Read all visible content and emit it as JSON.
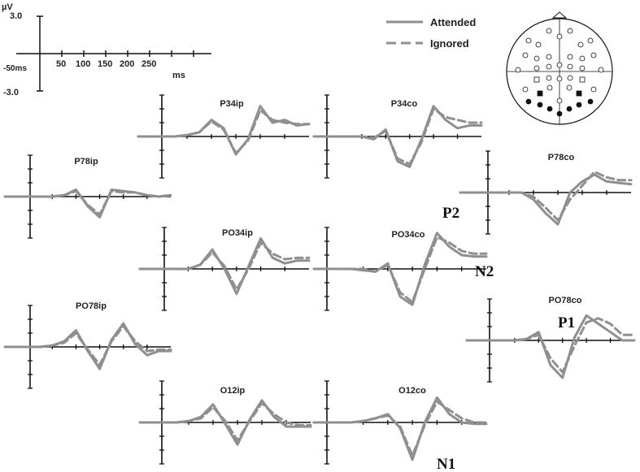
{
  "scale_bar": {
    "unit": "µV",
    "y_max_label": "3.0",
    "y_min_label": "-3.0",
    "x_start_label": "-50ms",
    "x_ticks": [
      "50",
      "100",
      "150",
      "200",
      "250"
    ],
    "x_unit": "ms"
  },
  "legend": [
    {
      "label": "Attended",
      "style": "solid"
    },
    {
      "label": "Ignored",
      "style": "dashed"
    }
  ],
  "components": {
    "p1": "P1",
    "p2": "P2",
    "n1": "N1",
    "n2": "N2"
  },
  "colors": {
    "attended": "#8f8f8f",
    "ignored": "#8f8f8f",
    "axis": "#111111"
  },
  "head_map": {
    "type": "electrode-montage",
    "marker_types": [
      "open-circle",
      "filled-circle",
      "open-square",
      "filled-square"
    ]
  },
  "chart_data": {
    "type": "line",
    "x_unit": "ms",
    "y_unit": "µV",
    "xlim": [
      -50,
      300
    ],
    "ylim": [
      -3.0,
      3.0
    ],
    "x": [
      -50,
      -25,
      0,
      25,
      50,
      75,
      100,
      125,
      150,
      175,
      200,
      225,
      250,
      275,
      300
    ],
    "grid": false,
    "legend": "top-right",
    "panels": [
      {
        "name": "P34ip",
        "series": [
          {
            "name": "Attended",
            "values": [
              0,
              0,
              0,
              0,
              0.1,
              0.3,
              1.2,
              0.6,
              -1.3,
              -0.2,
              2.2,
              1.0,
              1.2,
              0.8,
              0.9
            ]
          },
          {
            "name": "Ignored",
            "values": [
              0,
              0,
              0,
              0,
              0.1,
              0.3,
              1.1,
              0.5,
              -1.2,
              -0.3,
              1.9,
              1.2,
              1.0,
              0.9,
              0.9
            ]
          }
        ]
      },
      {
        "name": "P34co",
        "series": [
          {
            "name": "Attended",
            "values": [
              0,
              0,
              0,
              0,
              0,
              -0.2,
              0.5,
              -1.8,
              -2.2,
              -0.2,
              2.2,
              1.2,
              0.6,
              0.8,
              0.8
            ]
          },
          {
            "name": "Ignored",
            "values": [
              0,
              0,
              0,
              0,
              0,
              -0.1,
              0.4,
              -1.6,
              -2.0,
              -0.4,
              2.0,
              1.4,
              1.2,
              1.0,
              1.0
            ]
          }
        ]
      },
      {
        "name": "P78ip",
        "series": [
          {
            "name": "Attended",
            "values": [
              0,
              0,
              0,
              0,
              0,
              0.1,
              0.5,
              -0.7,
              -1.5,
              0.5,
              0.4,
              0.3,
              0.1,
              0.0,
              0.1
            ]
          },
          {
            "name": "Ignored",
            "values": [
              0,
              0,
              0,
              0,
              0,
              0.1,
              0.4,
              -0.6,
              -1.3,
              0.4,
              0.3,
              0.3,
              0.1,
              0.0,
              0.1
            ]
          }
        ]
      },
      {
        "name": "P78co",
        "series": [
          {
            "name": "Attended",
            "values": [
              0,
              0,
              0,
              0,
              0,
              0,
              -0.5,
              -1.5,
              -2.3,
              0.0,
              0.8,
              1.3,
              0.8,
              0.7,
              0.6
            ]
          },
          {
            "name": "Ignored",
            "values": [
              0,
              0,
              0,
              0,
              0,
              0,
              -0.3,
              -1.1,
              -2.0,
              -0.5,
              0.5,
              1.5,
              1.1,
              0.9,
              0.9
            ]
          }
        ]
      },
      {
        "name": "PO34ip",
        "series": [
          {
            "name": "Attended",
            "values": [
              0,
              0,
              0,
              0,
              0,
              0.3,
              1.4,
              0.0,
              -1.8,
              0.2,
              2.2,
              0.8,
              0.4,
              0.6,
              0.6
            ]
          },
          {
            "name": "Ignored",
            "values": [
              0,
              0,
              0,
              0,
              0,
              0.3,
              1.2,
              0.2,
              -1.5,
              0.0,
              1.9,
              1.1,
              0.7,
              0.8,
              0.8
            ]
          }
        ]
      },
      {
        "name": "PO34co",
        "series": [
          {
            "name": "Attended",
            "values": [
              0,
              0,
              0,
              0,
              -0.1,
              -0.2,
              0.4,
              -2.0,
              -2.6,
              0.3,
              2.6,
              1.6,
              1.0,
              0.9,
              0.9
            ]
          },
          {
            "name": "Ignored",
            "values": [
              0,
              0,
              0,
              0,
              0,
              -0.2,
              0.3,
              -1.7,
              -2.4,
              0.0,
              2.3,
              1.9,
              1.3,
              1.1,
              1.1
            ]
          }
        ]
      },
      {
        "name": "PO78ip",
        "series": [
          {
            "name": "Attended",
            "values": [
              0,
              0,
              0,
              0,
              0.1,
              0.4,
              1.2,
              -0.3,
              -1.6,
              0.5,
              1.7,
              0.2,
              -0.6,
              -0.3,
              -0.3
            ]
          },
          {
            "name": "Ignored",
            "values": [
              0,
              0,
              0,
              0,
              0.1,
              0.3,
              1.0,
              -0.2,
              -1.3,
              0.4,
              1.5,
              0.4,
              -0.3,
              -0.2,
              -0.2
            ]
          }
        ]
      },
      {
        "name": "PO78co",
        "series": [
          {
            "name": "Attended",
            "values": [
              0,
              0,
              0,
              0,
              0,
              0.1,
              0.6,
              -1.8,
              -2.7,
              0.2,
              1.8,
              1.2,
              0.6,
              0.0,
              0.0
            ]
          },
          {
            "name": "Ignored",
            "values": [
              0,
              0,
              0,
              0,
              0,
              0.1,
              0.4,
              -1.3,
              -2.3,
              -0.4,
              1.3,
              1.6,
              1.2,
              0.4,
              0.4
            ]
          }
        ]
      },
      {
        "name": "O12ip",
        "series": [
          {
            "name": "Attended",
            "values": [
              0,
              0,
              0,
              0,
              0.1,
              0.4,
              1.3,
              -0.1,
              -1.6,
              0.2,
              1.6,
              0.4,
              -0.3,
              -0.3,
              -0.3
            ]
          },
          {
            "name": "Ignored",
            "values": [
              0,
              0,
              0,
              0,
              0.1,
              0.3,
              1.1,
              0.1,
              -1.3,
              0.1,
              1.4,
              0.6,
              0.0,
              -0.2,
              -0.2
            ]
          }
        ]
      },
      {
        "name": "O12co",
        "series": [
          {
            "name": "Attended",
            "values": [
              0,
              0,
              0,
              0,
              0.1,
              0.3,
              0.6,
              -0.4,
              -2.7,
              0.0,
              1.8,
              0.6,
              0.0,
              -0.1,
              -0.1
            ]
          },
          {
            "name": "Ignored",
            "values": [
              0,
              0,
              0,
              0,
              0.1,
              0.3,
              0.5,
              -0.3,
              -2.4,
              -0.2,
              1.5,
              0.9,
              0.3,
              0.0,
              0.0
            ]
          }
        ]
      }
    ]
  }
}
